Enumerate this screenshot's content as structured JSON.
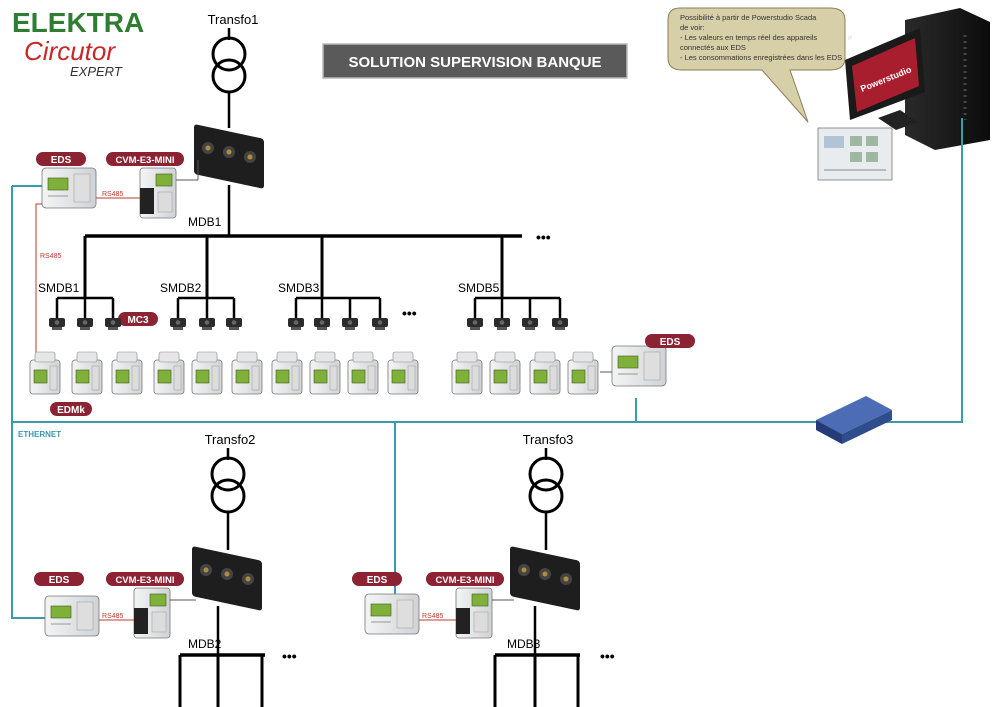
{
  "logo": {
    "brand": "ELEKTRA",
    "name": "Circutor",
    "subtitle": "EXPERT"
  },
  "title": "SOLUTION SUPERVISION BANQUE",
  "callout": {
    "lines": [
      "Possibilité à partir de Powerstudio Scada",
      "de voir:",
      "- Les valeurs en temps réel des appareils",
      "connectés aux EDS",
      "- Les consommations enregistrées dans les EDS"
    ]
  },
  "monitor": {
    "screen_text": "Powerstudio"
  },
  "transformers": [
    "Transfo1",
    "Transfo2",
    "Transfo3"
  ],
  "mdb": [
    "MDB1",
    "MDB2",
    "MDB3"
  ],
  "smdb": [
    "SMDB1",
    "SMDB2",
    "SMDB3",
    "SMDB5"
  ],
  "badges": {
    "eds": "EDS",
    "cvm": "CVM-E3-MINI",
    "mc3": "MC3",
    "edmk": "EDMk"
  },
  "links": {
    "rs485": "RS485",
    "ethernet": "ETHERNET"
  },
  "ellipsis": "•••",
  "colors": {
    "badge": "#8b2332",
    "ethernet": "#3a9ab0",
    "rs485": "#c0392b",
    "switch": "#2f4c8c",
    "brand_green": "#2e7d32",
    "brand_red": "#c62828"
  }
}
